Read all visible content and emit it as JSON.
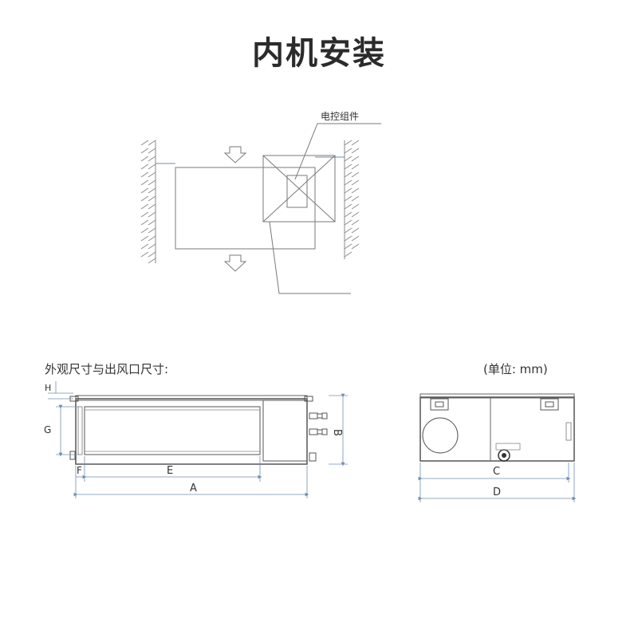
{
  "title": "内机安装",
  "install_diagram": {
    "control_box_label": "电控组件"
  },
  "dimensions": {
    "section_label": "外观尺寸与出风口尺寸:",
    "unit_label": "(单位: mm)",
    "front_view": {
      "labels": {
        "H": "H",
        "G": "G",
        "B": "B",
        "F": "F",
        "E": "E",
        "A": "A"
      }
    },
    "side_view": {
      "labels": {
        "C": "C",
        "D": "D"
      }
    }
  },
  "colors": {
    "line": "#7a7a7a",
    "dim_line": "#6f8fb2",
    "wall_hatch": "#8a8a8a",
    "text": "#333333"
  }
}
